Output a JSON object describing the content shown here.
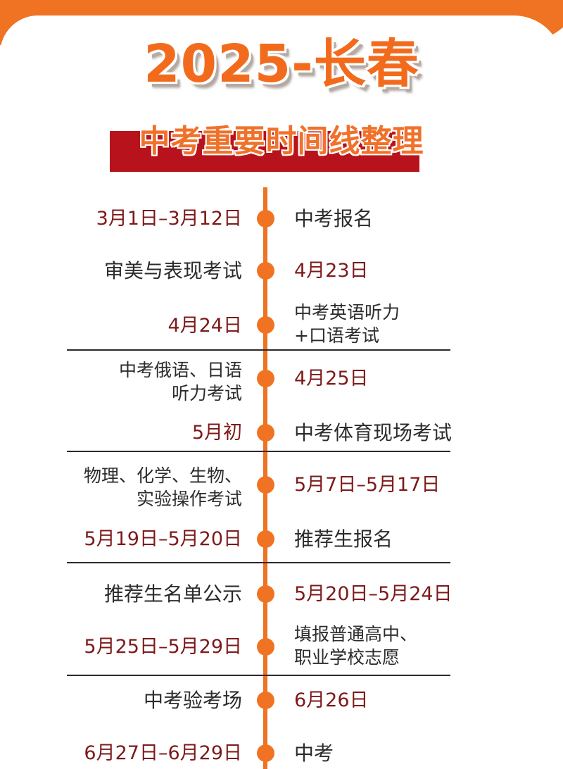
{
  "header": {
    "title": "2025-长春",
    "subtitle": "中考重要时间线整理"
  },
  "colors": {
    "accent": "#ef7322",
    "subtitle_backing": "#b8131c",
    "date_text": "#7d1a1a",
    "event_text": "#2b2b2b"
  },
  "timeline": [
    {
      "left": "3月1日–3月12日",
      "right": "中考报名"
    },
    {
      "left": "审美与表现考试",
      "right": "4月23日"
    },
    {
      "left": "4月24日",
      "right": "中考英语听力\n+口语考试"
    },
    {
      "left": "中考俄语、日语\n听力考试",
      "right": "4月25日"
    },
    {
      "left": "5月初",
      "right": "中考体育现场考试"
    },
    {
      "left": "物理、化学、生物、\n实验操作考试",
      "right": "5月7日–5月17日"
    },
    {
      "left": "5月19日–5月20日",
      "right": "推荐生报名"
    },
    {
      "left": "推荐生名单公示",
      "right": "5月20日–5月24日"
    },
    {
      "left": "5月25日–5月29日",
      "right": "填报普通高中、\n职业学校志愿"
    },
    {
      "left": "中考验考场",
      "right": "6月26日"
    },
    {
      "left": "6月27日–6月29日",
      "right": "中考"
    }
  ]
}
